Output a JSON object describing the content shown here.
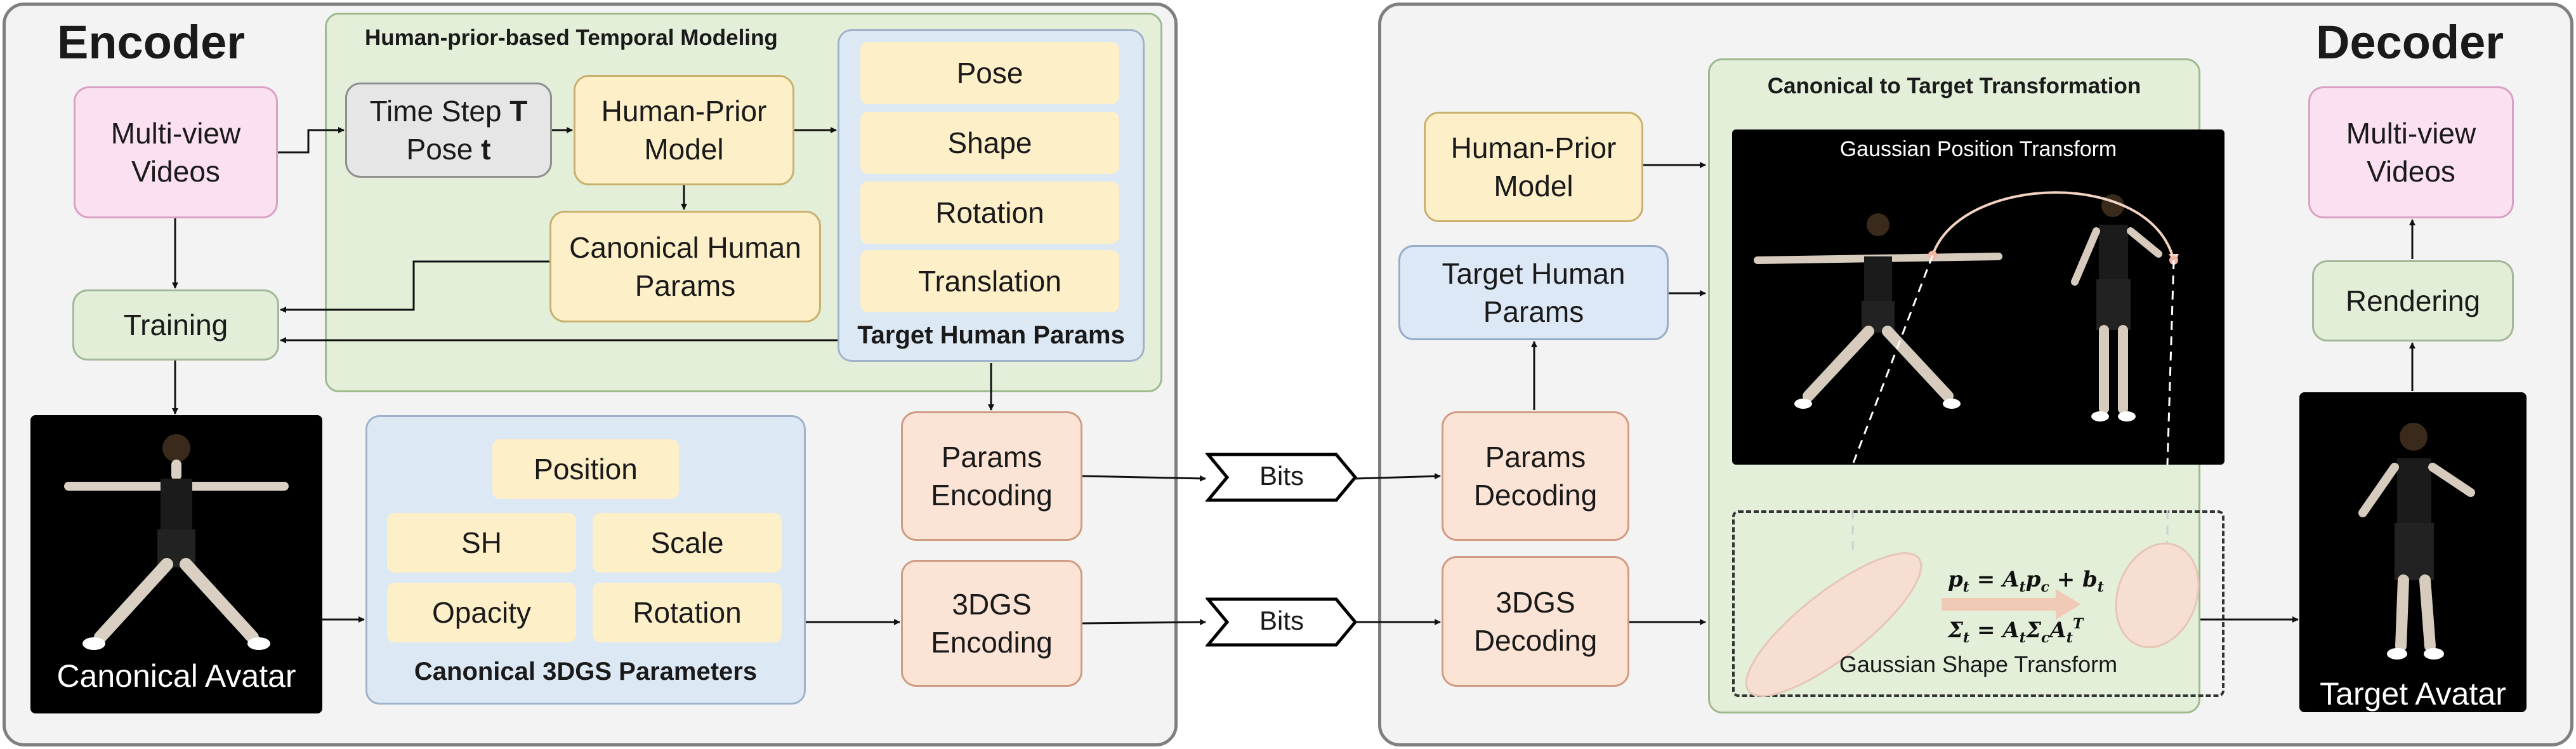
{
  "encoder": {
    "title": "Encoder",
    "temporal_title": "Human-prior-based Temporal Modeling",
    "multiview": "Multi-view\nVideos",
    "timestep_line1": "Time Step ",
    "timestep_bold1": "T",
    "timestep_line2": "Pose ",
    "timestep_bold2": "t",
    "human_prior": "Human-Prior\nModel",
    "canonical_params": "Canonical Human\nParams",
    "training": "Training",
    "target_params_title": "Target Human Params",
    "target_params": [
      "Pose",
      "Shape",
      "Rotation",
      "Translation"
    ],
    "canonical_avatar": "Canonical Avatar",
    "gs_title": "Canonical 3DGS Parameters",
    "gs_position": "Position",
    "gs_sh": "SH",
    "gs_scale": "Scale",
    "gs_opacity": "Opacity",
    "gs_rotation": "Rotation",
    "params_encoding": "Params\nEncoding",
    "gs_encoding": "3DGS\nEncoding"
  },
  "bits": [
    "Bits",
    "Bits"
  ],
  "decoder": {
    "title": "Decoder",
    "human_prior": "Human-Prior\nModel",
    "target_params": "Target Human\nParams",
    "params_decoding": "Params\nDecoding",
    "gs_decoding": "3DGS\nDecoding",
    "transform_title": "Canonical to Target Transformation",
    "position_transform": "Gaussian Position Transform",
    "shape_transform": "Gaussian Shape Transform",
    "multiview": "Multi-view\nVideos",
    "rendering": "Rendering",
    "target_avatar": "Target Avatar"
  },
  "colors": {
    "pink": "#fbe0f1",
    "yellow": "#fdf0c8",
    "green": "#e3efd9",
    "blue": "#dde8f5",
    "peach": "#fbe4d6",
    "panel": "#f3f3f3"
  },
  "icons": [
    "human-figure-icon",
    "gaussian-ellipsoid-icon"
  ]
}
